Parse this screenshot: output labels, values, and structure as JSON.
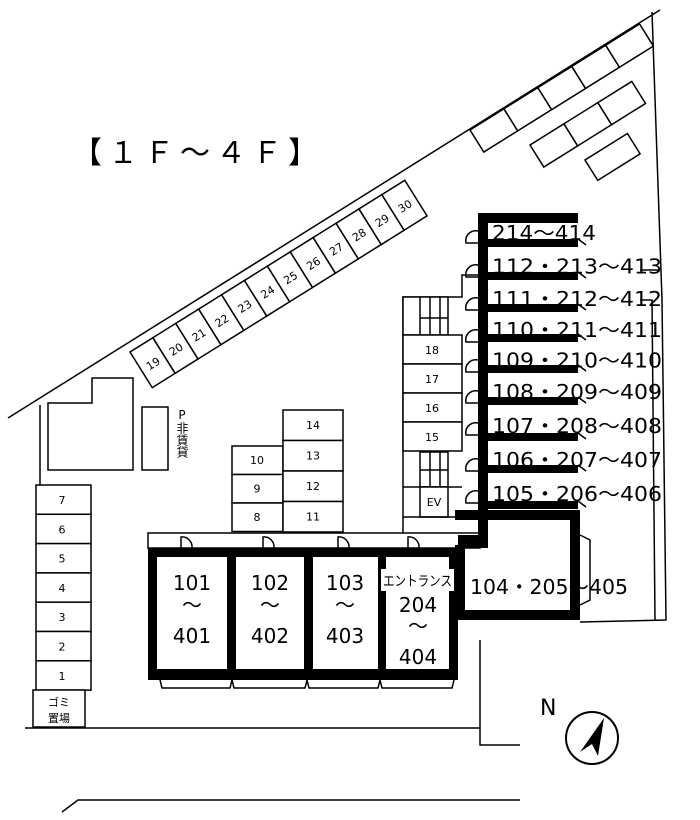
{
  "title": "【１Ｆ～４Ｆ】",
  "parking_diagonal": [
    "19",
    "20",
    "21",
    "22",
    "23",
    "24",
    "25",
    "26",
    "27",
    "28",
    "29",
    "30"
  ],
  "parking_left": [
    "7",
    "6",
    "5",
    "4",
    "3",
    "2",
    "1"
  ],
  "garbage_area": [
    "ゴミ",
    "置場"
  ],
  "non_rental_parking": "P非賃貸",
  "parking_center_left": [
    "10",
    "9",
    "8"
  ],
  "parking_center_right": [
    "14",
    "13",
    "12",
    "11"
  ],
  "parking_stack": [
    "18",
    "17",
    "16",
    "15"
  ],
  "elevator": "EV",
  "units_south": [
    {
      "top": "101",
      "mid": "～",
      "bottom": "401"
    },
    {
      "top": "102",
      "mid": "～",
      "bottom": "402"
    },
    {
      "top": "103",
      "mid": "～",
      "bottom": "403"
    }
  ],
  "entrance": {
    "label": "エントランス",
    "top": "204",
    "mid": "～",
    "bottom": "404"
  },
  "unit_corner": "104・205～405",
  "units_east": [
    "214～414",
    "112・213～413",
    "111・212～412",
    "110・211～411",
    "109・210～410",
    "108・209～409",
    "107・208～408",
    "106・207～407",
    "105・206～406"
  ],
  "compass": "N"
}
